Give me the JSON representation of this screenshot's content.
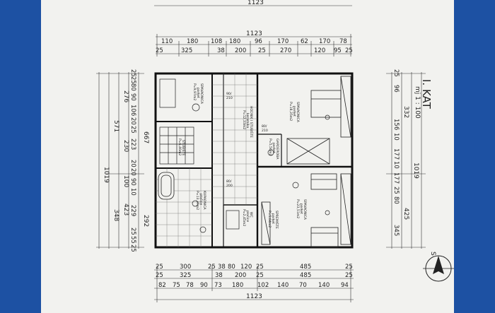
{
  "sheet": {
    "title": "I. KAT",
    "scale": "mj 1 : 100",
    "north_letter": "S"
  },
  "dimensions": {
    "top_overall": "1123",
    "top_total": "1123",
    "top_row1": [
      "110",
      "180",
      "108",
      "180",
      "96",
      "170",
      "62",
      "170",
      "78"
    ],
    "top_row2": [
      "25",
      "325",
      "38",
      "200",
      "25",
      "270",
      "120",
      "95",
      "25"
    ],
    "bottom_row1": [
      "25",
      "300",
      "25",
      "38",
      "80",
      "120",
      "25",
      "485",
      "25"
    ],
    "bottom_row2": [
      "25",
      "325",
      "38",
      "200",
      "25",
      "485",
      "25"
    ],
    "bottom_row3": [
      "82",
      "75",
      "78",
      "90",
      "73",
      "180",
      "102",
      "140",
      "70",
      "140",
      "94"
    ],
    "bottom_total": "1123",
    "left_outer": "1019",
    "left_mid": [
      "571",
      "348"
    ],
    "left_inner_a": [
      "276",
      "230",
      "100",
      "423"
    ],
    "left_inner_b": [
      "25",
      "25",
      "80",
      "90",
      "106",
      "20",
      "25",
      "223",
      "20",
      "20",
      "90",
      "10",
      "229",
      "25",
      "55",
      "25"
    ],
    "left_inner_c": [
      "667",
      "292"
    ],
    "right_outer": "1019",
    "right_mid": [
      "332",
      "425"
    ],
    "right_inner_a": [
      "156",
      "177",
      "177",
      "345"
    ],
    "right_inner_b": [
      "25",
      "96",
      "80",
      "10",
      "10",
      "25",
      "25",
      "80"
    ]
  },
  "rooms": {
    "bedroom_nw": [
      "SPAVAONICA",
      "parket",
      "P=9,97m2"
    ],
    "bathroom_w": [
      "KUPAONICA",
      "pločice",
      "P=13,37m2"
    ],
    "stairs": [
      "STUBIŠTE",
      "P=6,46m2"
    ],
    "hall": [
      "HODNIK I STUBIŠTE",
      "keramika",
      "P=12,33m2"
    ],
    "wc": [
      "WC",
      "pločice",
      "P=2,45m2"
    ],
    "bedroom_ne": [
      "SPAVAONICA",
      "parket",
      "P=18,35m2"
    ],
    "wardrobe": [
      "GARDEROBA",
      "parket",
      "P=5,56m2"
    ],
    "bedroom_s": [
      "SPAVAONICA",
      "parket",
      "P=23,51m2"
    ],
    "storage": [
      "SPREMIŠTE",
      "parket",
      "P=5,64m2"
    ]
  },
  "door_labels": [
    "90/",
    "210",
    "80/",
    "210",
    "80/",
    "200"
  ]
}
